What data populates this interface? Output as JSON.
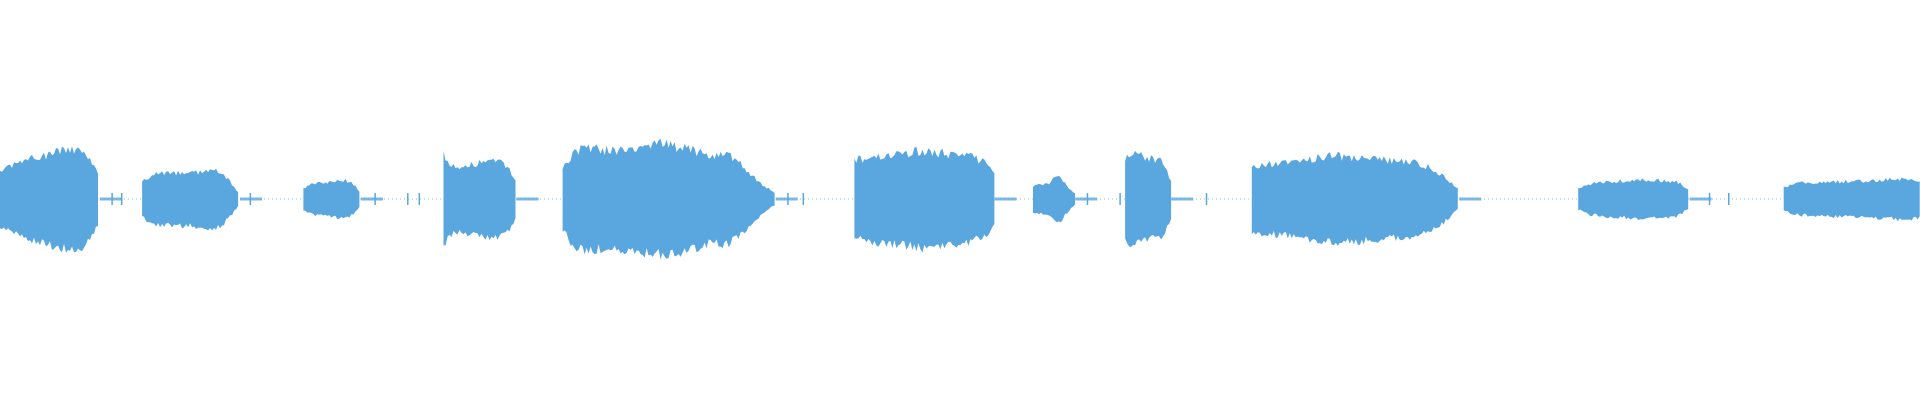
{
  "waveform": {
    "color": "#5aa7e0",
    "background": "#ffffff",
    "duration_fraction_axis": "normalized",
    "segments": [
      {
        "start": 0.0,
        "end": 0.052,
        "peak": 0.52,
        "shape": [
          0.55,
          0.65,
          0.72,
          0.8,
          0.85,
          0.9,
          0.96,
          1.0,
          0.98,
          0.8,
          0.45
        ]
      },
      {
        "start": 0.074,
        "end": 0.125,
        "peak": 0.3,
        "shape": [
          0.6,
          0.85,
          0.9,
          0.88,
          0.92,
          0.9,
          0.95,
          1.0,
          0.95,
          0.6,
          0.15
        ]
      },
      {
        "start": 0.158,
        "end": 0.188,
        "peak": 0.2,
        "shape": [
          0.55,
          0.75,
          0.85,
          0.88,
          0.95,
          1.0,
          0.8,
          0.3
        ]
      },
      {
        "start": 0.231,
        "end": 0.269,
        "peak": 0.47,
        "shape": [
          1.0,
          0.75,
          0.72,
          0.75,
          0.78,
          0.8,
          0.82,
          0.8,
          0.7,
          0.4
        ]
      },
      {
        "start": 0.293,
        "end": 0.404,
        "peak": 0.57,
        "shape": [
          0.55,
          0.88,
          0.92,
          0.9,
          0.88,
          0.95,
          0.92,
          0.98,
          1.0,
          0.95,
          0.92,
          0.85,
          0.78,
          0.82,
          0.7,
          0.45,
          0.25,
          0.1
        ]
      },
      {
        "start": 0.445,
        "end": 0.518,
        "peak": 0.5,
        "shape": [
          0.8,
          0.85,
          0.9,
          0.92,
          0.95,
          1.0,
          0.98,
          0.95,
          0.92,
          0.88,
          0.8,
          0.55
        ]
      },
      {
        "start": 0.538,
        "end": 0.56,
        "peak": 0.26,
        "shape": [
          0.55,
          0.6,
          0.65,
          1.0,
          0.55,
          0.2
        ]
      },
      {
        "start": 0.586,
        "end": 0.61,
        "peak": 0.48,
        "shape": [
          0.9,
          1.0,
          0.92,
          0.85,
          0.8,
          0.4
        ]
      },
      {
        "start": 0.652,
        "end": 0.76,
        "peak": 0.45,
        "shape": [
          0.75,
          0.8,
          0.82,
          0.9,
          0.95,
          1.0,
          0.98,
          0.95,
          0.92,
          0.88,
          0.85,
          0.75,
          0.55,
          0.2
        ]
      },
      {
        "start": 0.822,
        "end": 0.88,
        "peak": 0.2,
        "shape": [
          0.55,
          0.8,
          0.88,
          0.92,
          0.95,
          0.98,
          1.0,
          0.95,
          0.9,
          0.45
        ]
      },
      {
        "start": 0.929,
        "end": 1.0,
        "peak": 0.21,
        "shape": [
          0.6,
          0.8,
          0.82,
          0.85,
          0.88,
          0.9,
          0.95,
          1.0,
          0.92
        ]
      }
    ],
    "blips": [
      0.058,
      0.063,
      0.13,
      0.195,
      0.212,
      0.218,
      0.41,
      0.418,
      0.566,
      0.583,
      0.628,
      0.89,
      0.9
    ]
  }
}
